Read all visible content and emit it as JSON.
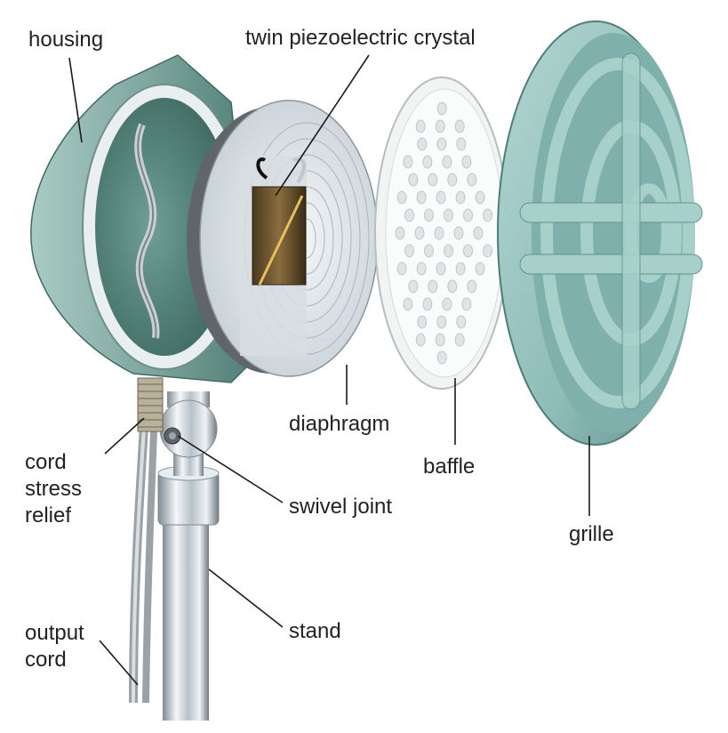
{
  "labels": {
    "housing": "housing",
    "crystal": "twin piezoelectric crystal",
    "diaphragm": "diaphragm",
    "baffle": "baffle",
    "grille": "grille",
    "cord_stress_relief": [
      "cord",
      "stress",
      "relief"
    ],
    "swivel_joint": "swivel joint",
    "stand": "stand",
    "output_cord": [
      "output",
      "cord"
    ]
  },
  "colors": {
    "housing": "#7fa8a0",
    "housing_dark": "#4f7d74",
    "interior": "#5e8f84",
    "diaphragm": "#dfe6ea",
    "baffle": "#f2f4f4",
    "grille": "#8fbcb8",
    "grille_dark": "#5e928e",
    "chrome": "#c9d3d8",
    "crystal": "#6b5433",
    "leader": "#1a1a1a"
  }
}
